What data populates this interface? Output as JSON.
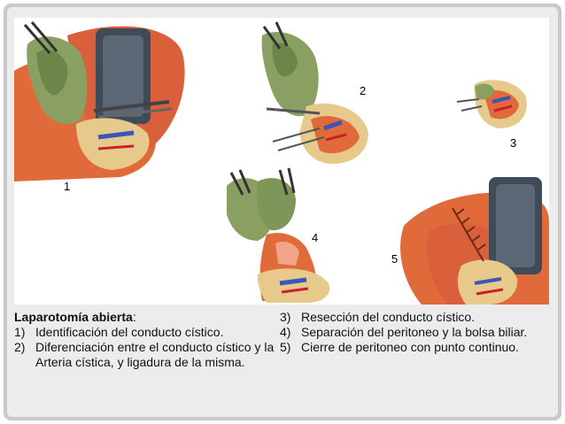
{
  "figure": {
    "step_labels": [
      "1",
      "2",
      "3",
      "4",
      "5"
    ]
  },
  "caption_left": {
    "title": "Laparotomía abierta",
    "title_suffix": ":",
    "items": [
      {
        "num": "1)",
        "text": "Identificación del conducto cístico."
      },
      {
        "num": "2)",
        "text": "Diferenciación entre el conducto cístico y la Arteria cística, y ligadura de la misma."
      }
    ]
  },
  "caption_right": {
    "items": [
      {
        "num": "3)",
        "text": "Resección del conducto cístico."
      },
      {
        "num": "4)",
        "text": "Separación del peritoneo y la bolsa biliar."
      },
      {
        "num": "5)",
        "text": "Cierre de peritoneo con punto continuo."
      }
    ]
  },
  "colors": {
    "liver": "#e06a3a",
    "gallbladder": "#8aa063",
    "retractor": "#3f4c57",
    "duct_blue": "#3a56b8",
    "artery_red": "#c9202a",
    "fat_yellow": "#e7c98b"
  }
}
